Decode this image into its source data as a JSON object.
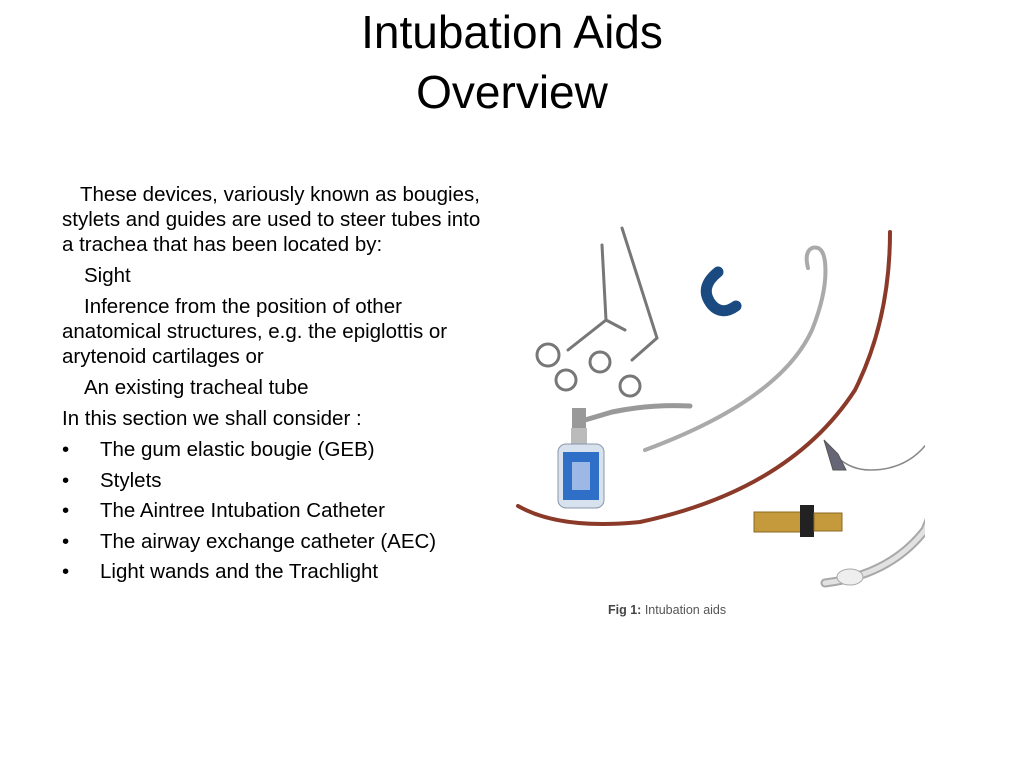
{
  "slide": {
    "title_line1": "Intubation Aids",
    "title_line2": "Overview",
    "intro": "These devices, variously known as bougies, stylets and guides are used to steer tubes into a trachea that has been located by:",
    "sub_items": [
      "Sight",
      "Inference from the position of other anatomical structures, e.g. the epiglottis or arytenoid cartilages or",
      "An existing tracheal tube"
    ],
    "consider_label": "In this section we shall consider :",
    "bullets": [
      "The gum elastic bougie (GEB)",
      "Stylets",
      "The Aintree Intubation Catheter",
      "The airway exchange catheter (AEC)",
      "Light wands and the Trachlight"
    ],
    "bullet_glyph": "•"
  },
  "figure": {
    "caption_prefix": "Fig 1:",
    "caption_text": " Intubation aids",
    "icons": [
      "forceps-icon",
      "bite-block-icon",
      "stylet-icon",
      "bougie-icon",
      "spray-bottle-icon",
      "tracheal-tube-icon",
      "connector-icon"
    ]
  }
}
